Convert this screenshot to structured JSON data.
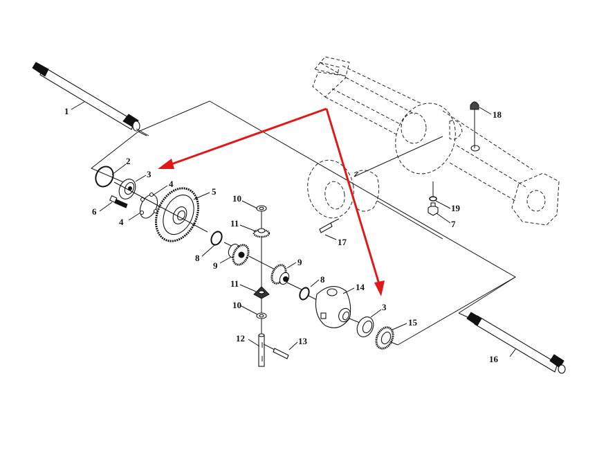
{
  "diagram": {
    "title": "Rear axle differential exploded parts diagram",
    "accent_color": "#e01818",
    "callouts": [
      {
        "id": "c1",
        "label": "1",
        "part": "left axle shaft"
      },
      {
        "id": "c2",
        "label": "2",
        "part": "o-ring"
      },
      {
        "id": "c3a",
        "label": "3",
        "part": "bearing (left)"
      },
      {
        "id": "c4a",
        "label": "4",
        "part": "lock plate (upper)"
      },
      {
        "id": "c4b",
        "label": "4",
        "part": "lock plate (lower)"
      },
      {
        "id": "c5",
        "label": "5",
        "part": "ring gear"
      },
      {
        "id": "c6",
        "label": "6",
        "part": "bolt"
      },
      {
        "id": "c7",
        "label": "7",
        "part": "drain plug"
      },
      {
        "id": "c8a",
        "label": "8",
        "part": "thrust washer (left)"
      },
      {
        "id": "c8b",
        "label": "8",
        "part": "thrust washer (right)"
      },
      {
        "id": "c9a",
        "label": "9",
        "part": "side gear (left)"
      },
      {
        "id": "c9b",
        "label": "9",
        "part": "side gear (right)"
      },
      {
        "id": "c10a",
        "label": "10",
        "part": "pinion washer (top)"
      },
      {
        "id": "c10b",
        "label": "10",
        "part": "pinion washer (bottom)"
      },
      {
        "id": "c11a",
        "label": "11",
        "part": "pinion gear (top)"
      },
      {
        "id": "c11b",
        "label": "11",
        "part": "pinion gear (bottom)"
      },
      {
        "id": "c12",
        "label": "12",
        "part": "pinion shaft"
      },
      {
        "id": "c13",
        "label": "13",
        "part": "pin"
      },
      {
        "id": "c14",
        "label": "14",
        "part": "differential case"
      },
      {
        "id": "c3b",
        "label": "3",
        "part": "bearing (right)"
      },
      {
        "id": "c15",
        "label": "15",
        "part": "adjusting nut"
      },
      {
        "id": "c16",
        "label": "16",
        "part": "right axle shaft"
      },
      {
        "id": "c17",
        "label": "17",
        "part": "dowel pin"
      },
      {
        "id": "c18",
        "label": "18",
        "part": "breather / fill plug"
      },
      {
        "id": "c19",
        "label": "19",
        "part": "washer"
      }
    ],
    "highlight_arrows": [
      {
        "from": "housing",
        "to": "3",
        "side": "left"
      },
      {
        "from": "housing",
        "to": "3",
        "side": "right"
      }
    ]
  }
}
